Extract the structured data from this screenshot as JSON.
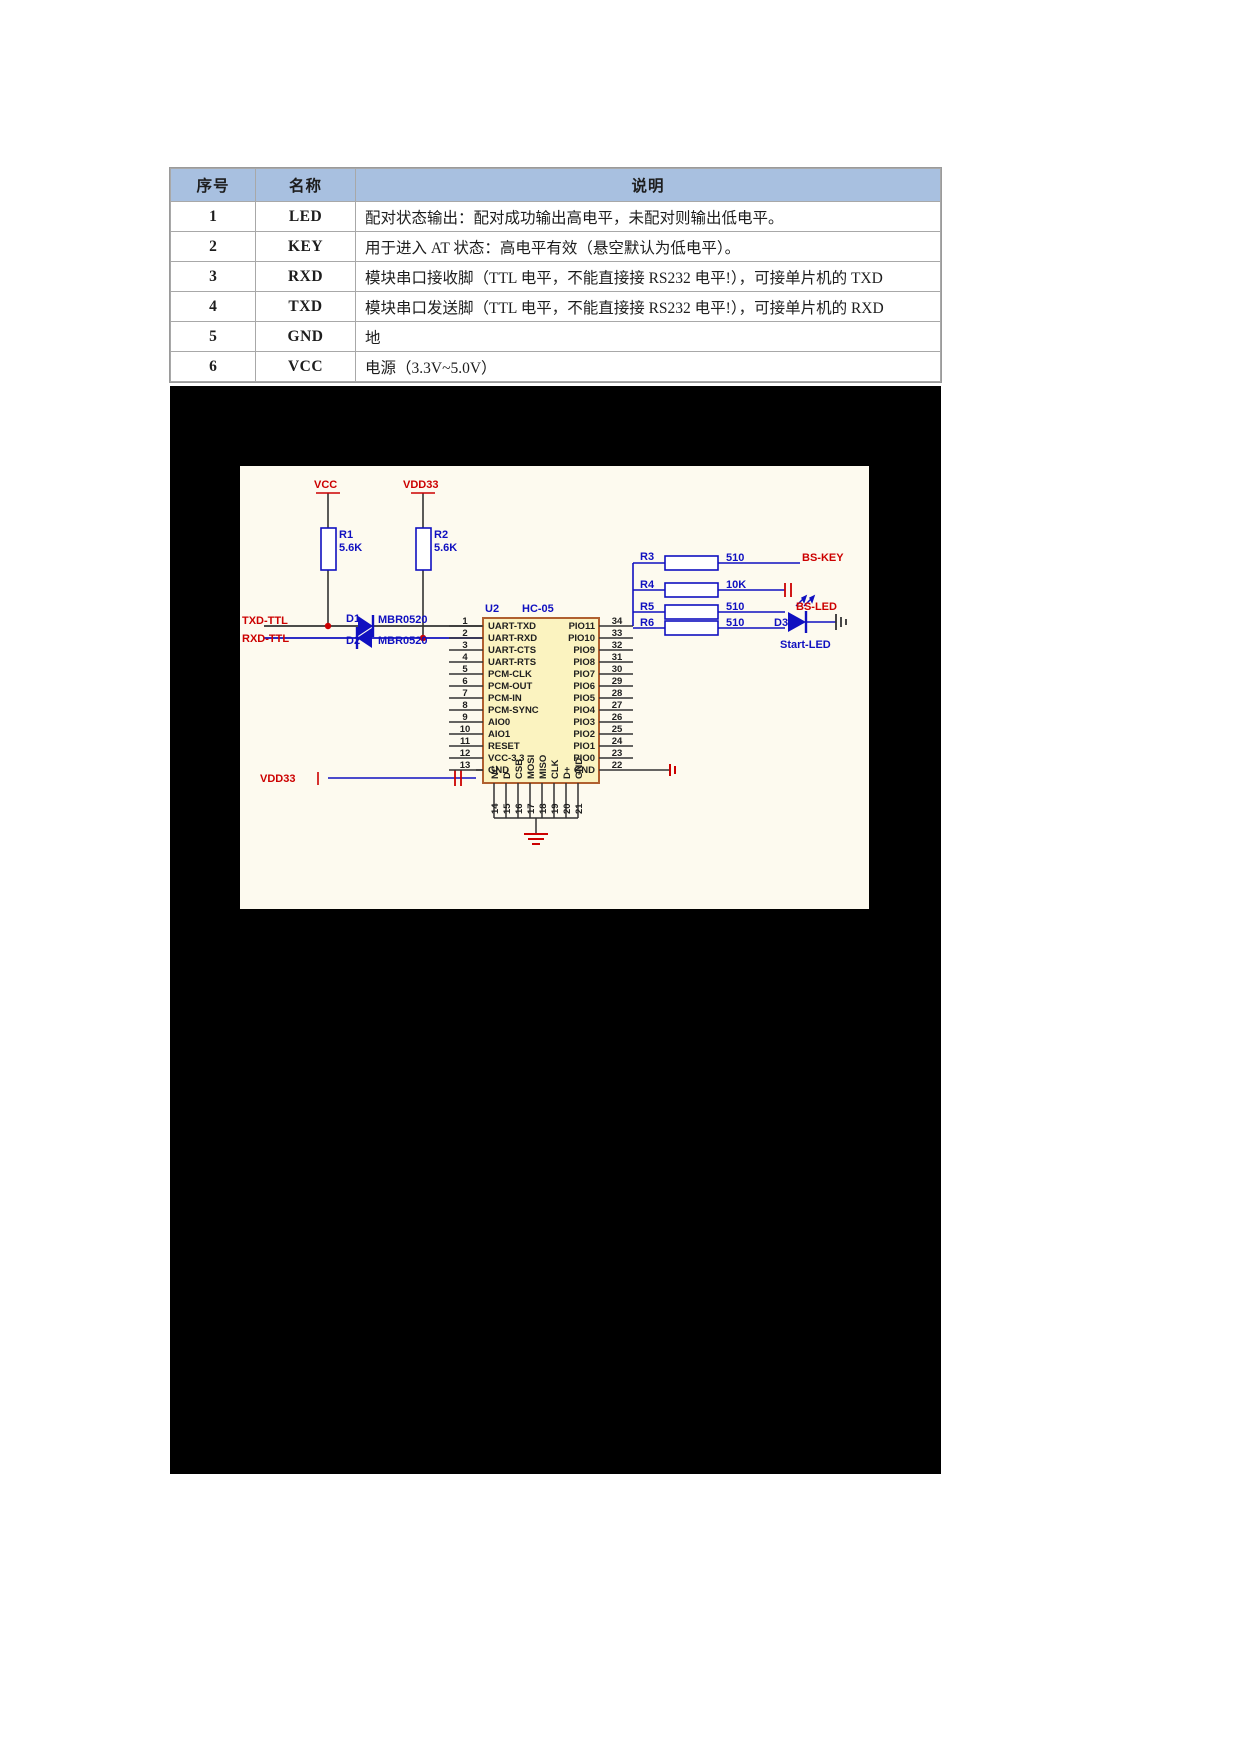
{
  "table": {
    "headers": [
      "序号",
      "名称",
      "说明"
    ],
    "rows": [
      {
        "num": "1",
        "name": "LED",
        "desc": "配对状态输出：配对成功输出高电平，未配对则输出低电平。"
      },
      {
        "num": "2",
        "name": "KEY",
        "desc": "用于进入 AT 状态：高电平有效（悬空默认为低电平）。"
      },
      {
        "num": "3",
        "name": "RXD",
        "desc": "模块串口接收脚（TTL 电平，不能直接接 RS232 电平!），可接单片机的 TXD"
      },
      {
        "num": "4",
        "name": "TXD",
        "desc": "模块串口发送脚（TTL 电平，不能直接接 RS232 电平!），可接单片机的 RXD"
      },
      {
        "num": "5",
        "name": "GND",
        "desc": "地"
      },
      {
        "num": "6",
        "name": "VCC",
        "desc": "电源（3.3V~5.0V）"
      }
    ]
  },
  "schematic": {
    "title_ref": "U2",
    "title_part": "HC-05",
    "nets": {
      "vcc": "VCC",
      "vdd33_top": "VDD33",
      "vdd33_left": "VDD33",
      "txd_ttl": "TXD-TTL",
      "rxd_ttl": "RXD-TTL",
      "bs_key": "BS-KEY",
      "bs_led": "BS-LED",
      "start_led": "Start-LED"
    },
    "resistors": [
      {
        "ref": "R1",
        "value": "5.6K"
      },
      {
        "ref": "R2",
        "value": "5.6K"
      },
      {
        "ref": "R3",
        "value": "510"
      },
      {
        "ref": "R4",
        "value": "10K"
      },
      {
        "ref": "R5",
        "value": "510"
      },
      {
        "ref": "R6",
        "value": "510"
      }
    ],
    "diodes": [
      {
        "ref": "D1",
        "part": "MBR0520"
      },
      {
        "ref": "D2",
        "part": "MBR0520"
      },
      {
        "ref": "D3",
        "part": ""
      }
    ],
    "left_pins": [
      {
        "num": "1",
        "label": "UART-TXD"
      },
      {
        "num": "2",
        "label": "UART-RXD"
      },
      {
        "num": "3",
        "label": "UART-CTS"
      },
      {
        "num": "4",
        "label": "UART-RTS"
      },
      {
        "num": "5",
        "label": "PCM-CLK"
      },
      {
        "num": "6",
        "label": "PCM-OUT"
      },
      {
        "num": "7",
        "label": "PCM-IN"
      },
      {
        "num": "8",
        "label": "PCM-SYNC"
      },
      {
        "num": "9",
        "label": "AIO0"
      },
      {
        "num": "10",
        "label": "AIO1"
      },
      {
        "num": "11",
        "label": "RESET"
      },
      {
        "num": "12",
        "label": "VCC-3.3"
      },
      {
        "num": "13",
        "label": "GND"
      }
    ],
    "right_pins": [
      {
        "num": "34",
        "label": "PIO11"
      },
      {
        "num": "33",
        "label": "PIO10"
      },
      {
        "num": "32",
        "label": "PIO9"
      },
      {
        "num": "31",
        "label": "PIO8"
      },
      {
        "num": "30",
        "label": "PIO7"
      },
      {
        "num": "29",
        "label": "PIO6"
      },
      {
        "num": "28",
        "label": "PIO5"
      },
      {
        "num": "27",
        "label": "PIO4"
      },
      {
        "num": "26",
        "label": "PIO3"
      },
      {
        "num": "25",
        "label": "PIO2"
      },
      {
        "num": "24",
        "label": "PIO1"
      },
      {
        "num": "23",
        "label": "PIO0"
      },
      {
        "num": "22",
        "label": "GND"
      }
    ],
    "bottom_pins": [
      {
        "num": "14",
        "label": "NC"
      },
      {
        "num": "15",
        "label": "D-"
      },
      {
        "num": "16",
        "label": "CSB"
      },
      {
        "num": "17",
        "label": "MOSI"
      },
      {
        "num": "18",
        "label": "MISO"
      },
      {
        "num": "19",
        "label": "CLK"
      },
      {
        "num": "20",
        "label": "D+"
      },
      {
        "num": "21",
        "label": "GND"
      }
    ],
    "colors": {
      "body": "#fbf3c0",
      "body_border": "#b06030",
      "wire": "#333333",
      "net_label": "#cc0000",
      "part_label": "#1010c0",
      "pin_text": "#202020",
      "background": "#fdfaef"
    }
  }
}
